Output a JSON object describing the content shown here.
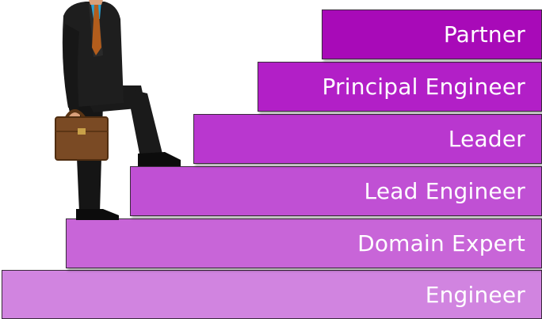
{
  "figure_icon": "businessman-with-briefcase-climbing-stairs",
  "steps": [
    {
      "label": "Engineer",
      "color": "#d184e0"
    },
    {
      "label": "Domain Expert",
      "color": "#c865d8"
    },
    {
      "label": "Lead Engineer",
      "color": "#c050d4"
    },
    {
      "label": "Leader",
      "color": "#b937cf"
    },
    {
      "label": "Principal Engineer",
      "color": "#b21fc7"
    },
    {
      "label": "Partner",
      "color": "#a80ab8"
    }
  ]
}
